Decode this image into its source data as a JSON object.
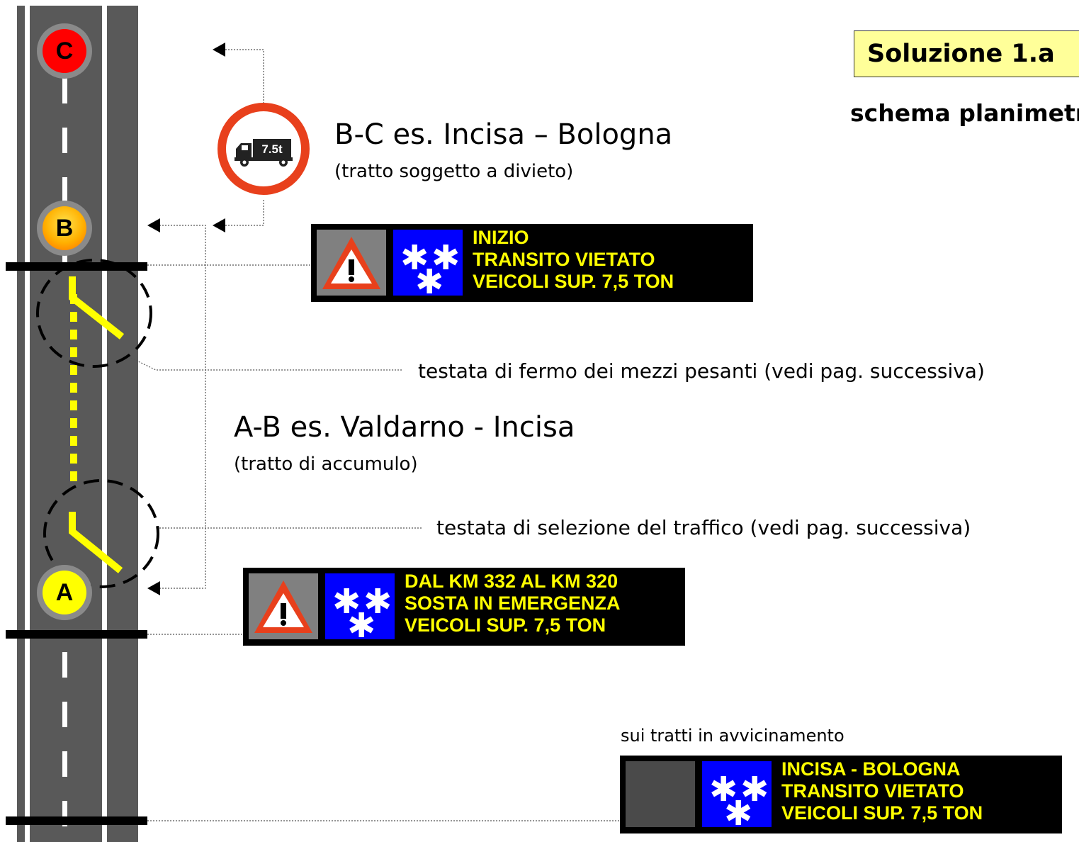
{
  "title": "Soluzione 1.a",
  "subtitle": "schema planimetrico",
  "nodes": {
    "c": {
      "label": "C",
      "color": "#ff0000"
    },
    "b": {
      "label": "B",
      "color": "#ffa500"
    },
    "a": {
      "label": "A",
      "color": "#ffff00"
    }
  },
  "sign": {
    "label": "7.5t",
    "border_color": "#e8401c"
  },
  "segment_bc": {
    "title": "B-C es. Incisa – Bologna",
    "subtitle": "(tratto soggetto a divieto)"
  },
  "segment_ab": {
    "title": "A-B es. Valdarno - Incisa",
    "subtitle": "(tratto di accumulo)"
  },
  "notes": {
    "fermo": "testata di fermo dei mezzi pesanti (vedi pag. successiva)",
    "selezione": "testata di selezione del traffico (vedi pag. successiva)",
    "avvicinamento": "sui tratti in avvicinamento"
  },
  "pmv_1": {
    "lines": [
      "INIZIO",
      "TRANSITO VIETATO",
      "VEICOLI SUP. 7,5 TON"
    ]
  },
  "pmv_2": {
    "lines": [
      "DAL KM 332 AL KM 320",
      "SOSTA IN EMERGENZA",
      "VEICOLI SUP. 7,5 TON"
    ]
  },
  "pmv_3": {
    "lines": [
      "INCISA - BOLOGNA",
      "TRANSITO VIETATO",
      "VEICOLI SUP. 7,5 TON"
    ]
  },
  "colors": {
    "road": "#595959",
    "lane_marking": "#ffffff",
    "accumulation_marking": "#ffff00",
    "message_text": "#ffff00",
    "snow_panel": "#0000ff"
  }
}
